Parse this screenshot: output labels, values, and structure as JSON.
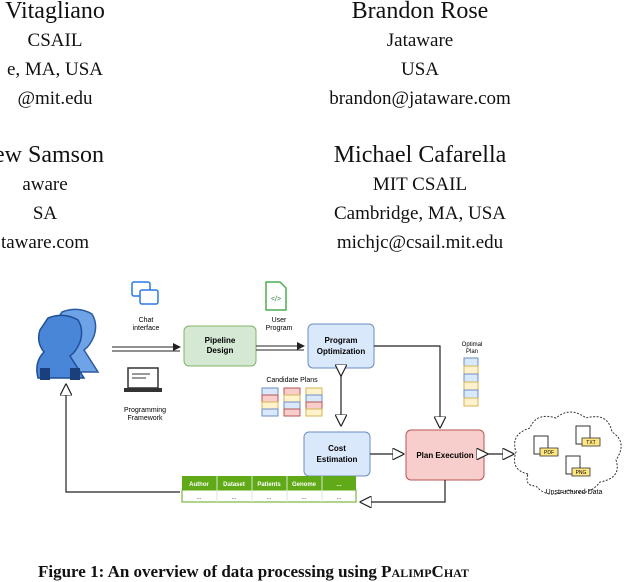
{
  "authors": [
    {
      "name": "Vitagliano",
      "affil": "CSAIL",
      "loc": "e, MA, USA",
      "email": "@mit.edu"
    },
    {
      "name": "Brandon Rose",
      "affil": "Jataware",
      "loc": "USA",
      "email": "brandon@jataware.com"
    },
    {
      "name": "rew Samson",
      "affil": "aware",
      "loc": "SA",
      "email": "taware.com"
    },
    {
      "name": "Michael Cafarella",
      "affil": "MIT CSAIL",
      "loc": "Cambridge, MA, USA",
      "email": "michjc@csail.mit.edu"
    }
  ],
  "diagram": {
    "chat_label": "Chat\ninterface",
    "programming_label": "Programming\nFramework",
    "pipeline_label": "Pipeline\nDesign",
    "user_program_label": "User\nProgram",
    "program_opt_label": "Program\nOptimization",
    "optimal_plan_label": "Optimal\nPlan",
    "candidate_plans_label": "Candidate Plans",
    "cost_label": "Cost\nEstimation",
    "plan_exec_label": "Plan Execution",
    "unstructured_label": "Unstructured Data",
    "file_types": [
      "PDF",
      "TXT",
      "PNG"
    ],
    "table_headers": [
      "Author",
      "Dataset",
      "Patients",
      "Genome",
      "..."
    ],
    "table_cells": [
      "...",
      "...",
      "...",
      "...",
      "..."
    ],
    "colors": {
      "blue": "#dae8fc",
      "green": "#d5e8d4",
      "red": "#f8cecc",
      "table_header": "#60a917"
    }
  },
  "caption": {
    "prefix": "Figure 1: An overview of data processing using ",
    "name": "PalimpChat"
  }
}
